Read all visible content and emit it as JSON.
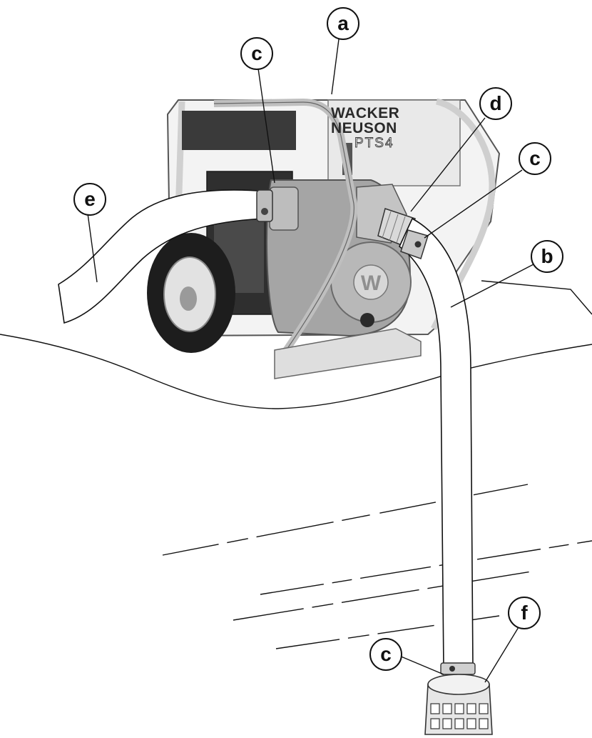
{
  "brand": {
    "line1": "WACKER",
    "line2": "NEUSON",
    "model": "PTS4",
    "logo_letter": "W"
  },
  "callouts": [
    {
      "id": "a",
      "label": "a",
      "part": "pump"
    },
    {
      "id": "c1",
      "label": "c",
      "part": "hose-clamp-discharge"
    },
    {
      "id": "d",
      "label": "d",
      "part": "suction-coupling"
    },
    {
      "id": "c2",
      "label": "c",
      "part": "hose-clamp-suction"
    },
    {
      "id": "e",
      "label": "e",
      "part": "discharge-hose"
    },
    {
      "id": "b",
      "label": "b",
      "part": "suction-hose"
    },
    {
      "id": "c3",
      "label": "c",
      "part": "hose-clamp-strainer"
    },
    {
      "id": "f",
      "label": "f",
      "part": "strainer"
    }
  ],
  "colors": {
    "line": "#111111",
    "frame": "#e4e4e4",
    "housing": "#a9a9a9",
    "dark_metal": "#2b2b2b",
    "hose": "#ffffff"
  }
}
